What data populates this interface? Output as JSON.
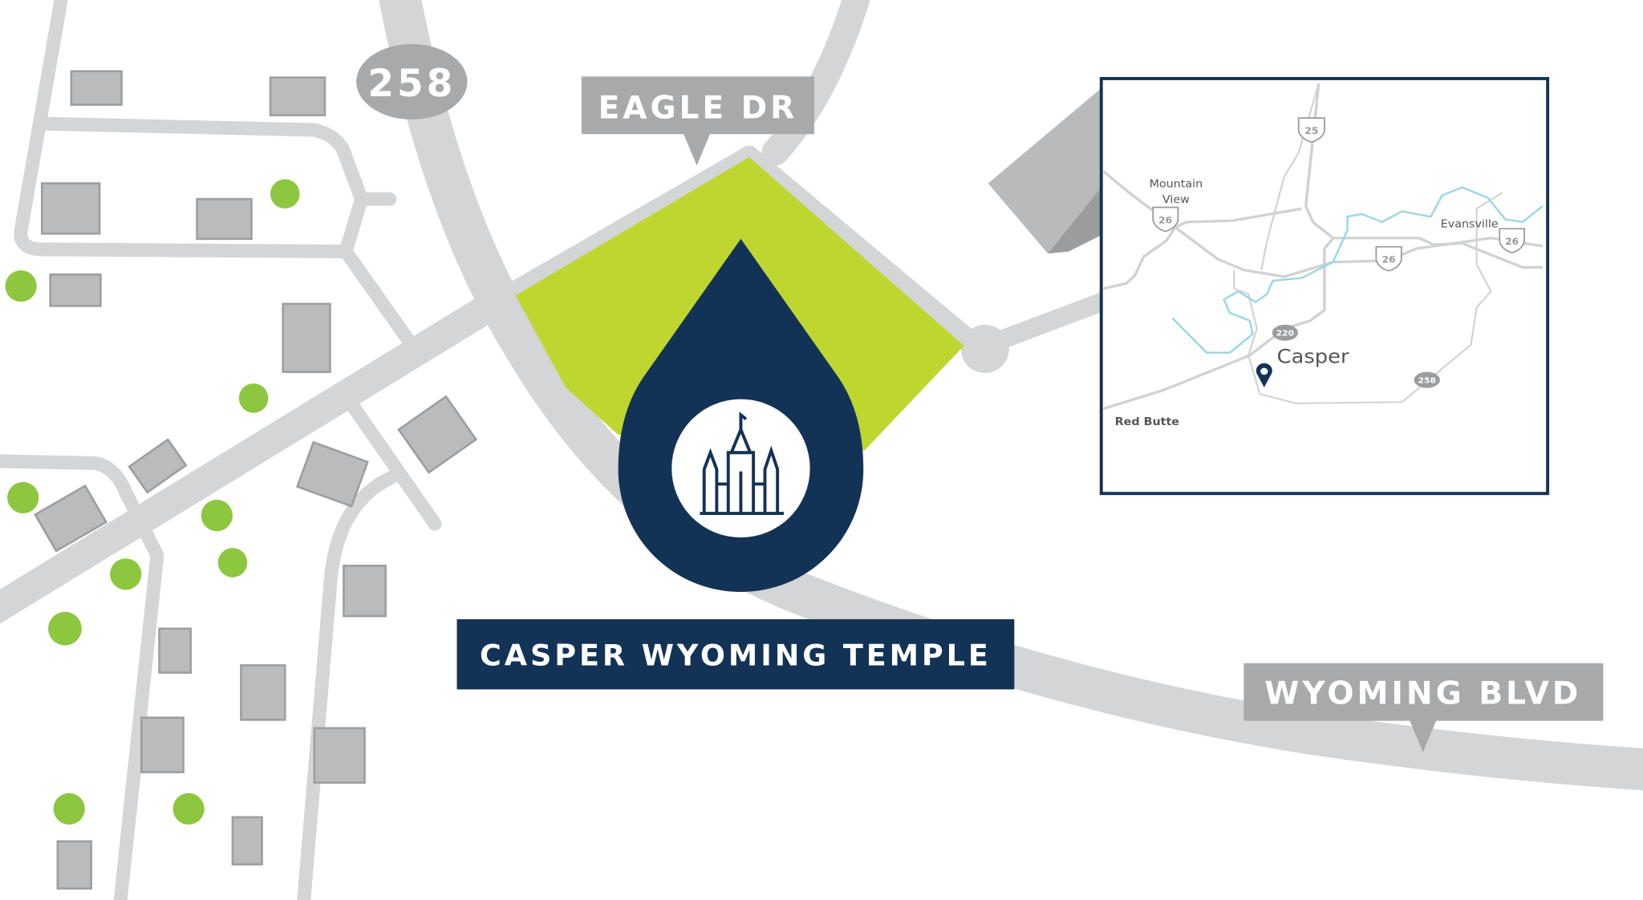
{
  "title": "CASPER WYOMING TEMPLE",
  "roads": {
    "route_badge": "258",
    "eagle_dr": "EAGLE DR",
    "wyoming_blvd": "WYOMING BLVD"
  },
  "inset": {
    "places": [
      "Mountain View",
      "Evansville",
      "Casper",
      "Red Butte"
    ],
    "mountain_view_line1": "Mountain",
    "mountain_view_line2": "View",
    "shields": {
      "i25": "25",
      "i26": "26",
      "sr220": "220",
      "sr258": "258"
    }
  },
  "colors": {
    "navy": "#133356",
    "lot": "#bfd630",
    "road": "#d3d5d6",
    "label": "#a7a9ab",
    "river": "#9ad6e6"
  }
}
